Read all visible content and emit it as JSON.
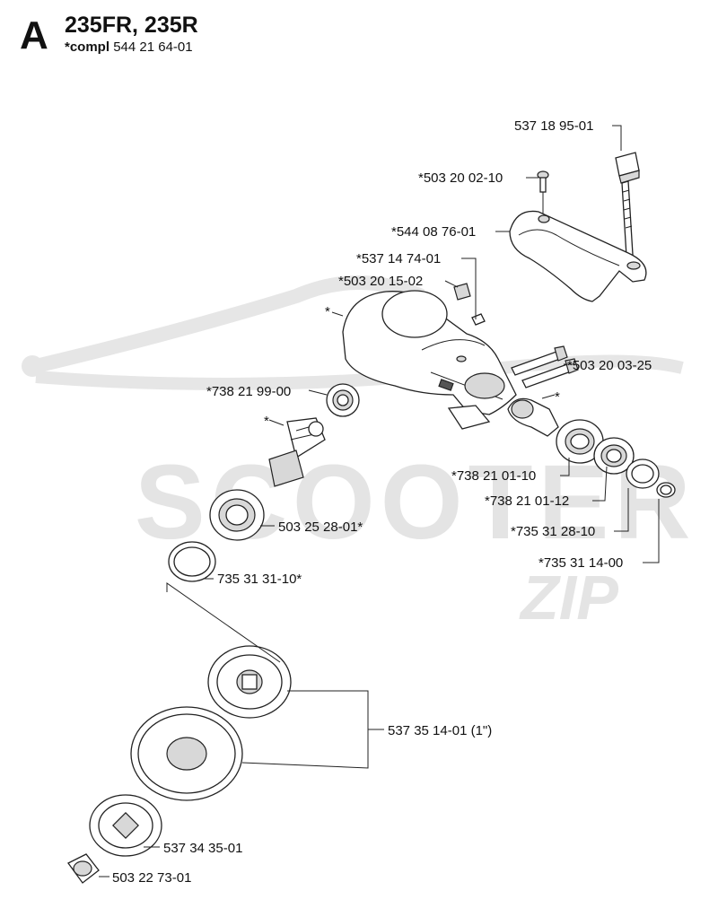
{
  "header": {
    "section_letter": "A",
    "models": "235FR, 235R",
    "compl_prefix": "*compl",
    "compl_number": "544 21 64-01"
  },
  "watermark": {
    "text": "SCOOTER",
    "suffix": "ZIP",
    "color": "#e4e4e4"
  },
  "parts": [
    {
      "id": "p1",
      "number": "537 18 95-01"
    },
    {
      "id": "p2",
      "number": "*503 20 02-10"
    },
    {
      "id": "p3",
      "number": "*544 08 76-01"
    },
    {
      "id": "p4",
      "number": "*537 14 74-01"
    },
    {
      "id": "p5",
      "number": "*503 20 15-02"
    },
    {
      "id": "p6",
      "number": "*503 20 03-25"
    },
    {
      "id": "p7",
      "number": "*738 21 99-00"
    },
    {
      "id": "p8",
      "number": "*738 21 01-10"
    },
    {
      "id": "p9",
      "number": "*738 21 01-12"
    },
    {
      "id": "p10",
      "number": "503 25 28-01*"
    },
    {
      "id": "p11",
      "number": "*735 31 28-10"
    },
    {
      "id": "p12",
      "number": "*735 31 14-00"
    },
    {
      "id": "p13",
      "number": "735 31 31-10*"
    },
    {
      "id": "p14",
      "number": "537 35 14-01 (1\")"
    },
    {
      "id": "p15",
      "number": "537 34 35-01"
    },
    {
      "id": "p16",
      "number": "503 22 73-01"
    }
  ],
  "asterisk": "*"
}
